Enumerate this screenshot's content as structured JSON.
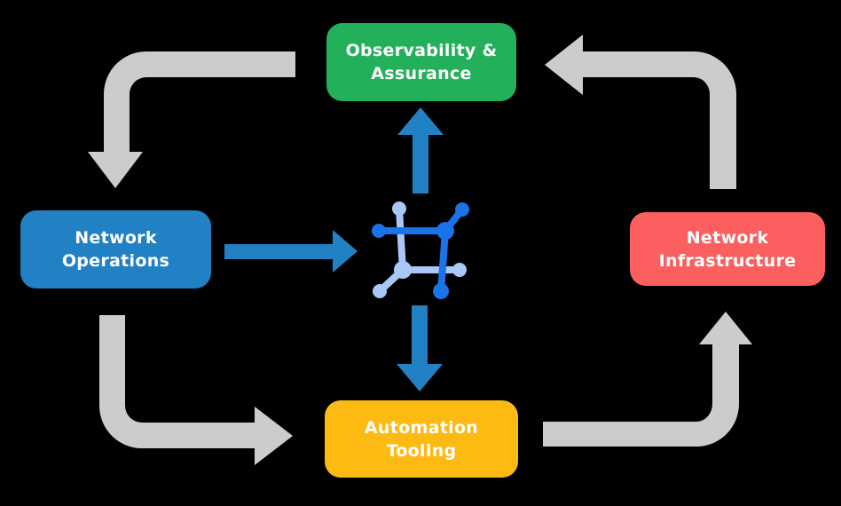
{
  "title": "Network automation lifecycle diagram",
  "colors": {
    "background": "#000000",
    "text": "#ffffff",
    "gray_arrow": "#cccccc",
    "blue_arrow": "#2181c4",
    "icon_dark_blue": "#1a73e8",
    "icon_light_blue": "#a9c7f7"
  },
  "nodes": {
    "observability": {
      "line1": "Observability &",
      "line2": "Assurance",
      "color": "#23b05b"
    },
    "operations": {
      "line1": "Network",
      "line2": "Operations",
      "color": "#2181c4"
    },
    "infrastructure": {
      "line1": "Network",
      "line2": "Infrastructure",
      "color": "#fb5f5f"
    },
    "automation": {
      "line1": "Automation",
      "line2": "Tooling",
      "color": "#fcba12"
    }
  },
  "center": {
    "icon": "network-mesh-icon"
  },
  "arrows": {
    "gray_cycle": [
      {
        "from": "observability",
        "to": "operations",
        "shape": "left-then-down"
      },
      {
        "from": "infrastructure",
        "to": "observability",
        "shape": "up-then-left"
      },
      {
        "from": "operations",
        "to": "automation",
        "shape": "down-then-right"
      },
      {
        "from": "automation",
        "to": "infrastructure",
        "shape": "right-then-up"
      }
    ],
    "blue_straight": [
      {
        "from": "operations",
        "to": "center",
        "direction": "right"
      },
      {
        "from": "center",
        "to": "observability",
        "direction": "up"
      },
      {
        "from": "center",
        "to": "automation",
        "direction": "down"
      }
    ]
  }
}
